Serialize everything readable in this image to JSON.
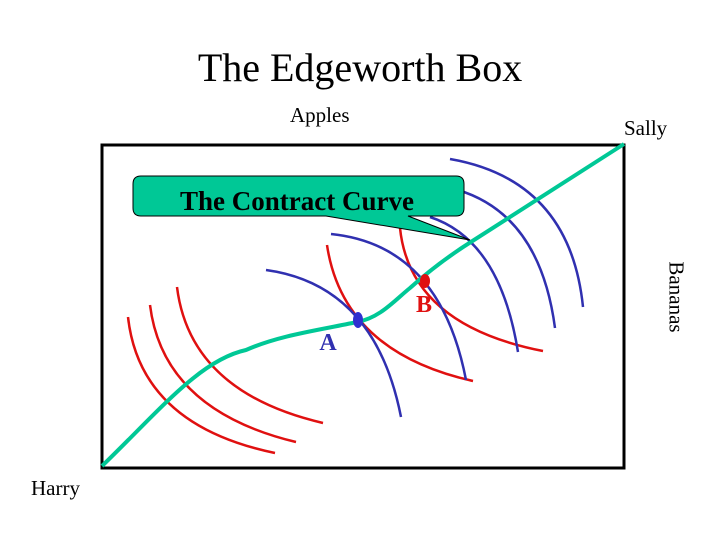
{
  "title": "The Edgeworth Box",
  "labels": {
    "apples": "Apples",
    "bananas": "Bananas",
    "sally": "Sally",
    "harry": "Harry",
    "callout": "The Contract Curve",
    "point_a": "A",
    "point_b": "B"
  },
  "colors": {
    "contract_curve": "#00c896",
    "harry_indifference": "#e01010",
    "sally_indifference": "#3030b0",
    "point_a": "#3030d0",
    "point_b": "#e01010"
  }
}
